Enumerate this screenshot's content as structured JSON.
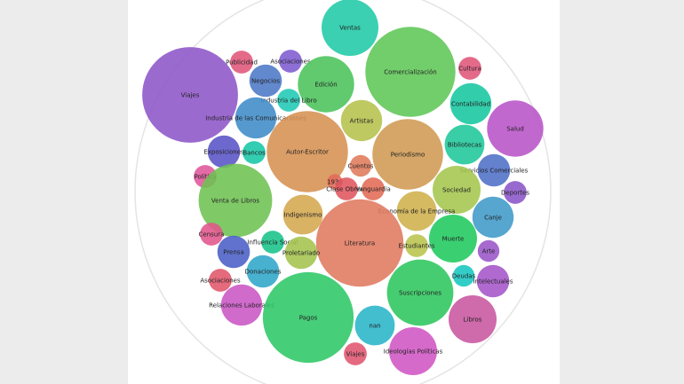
{
  "chart_data": {
    "type": "bubble",
    "bubbles": [
      {
        "label": "Ventas",
        "value": 5.5,
        "color": "#1fc9a6"
      },
      {
        "label": "Comercialización",
        "value": 13.8,
        "color": "#5fc656"
      },
      {
        "label": "Viajes",
        "value": 15.6,
        "color": "#8d55c8"
      },
      {
        "label": "Publicidad",
        "value": 0.9,
        "color": "#e0557a"
      },
      {
        "label": "Asociaciones",
        "value": 0.9,
        "color": "#7d5bd0"
      },
      {
        "label": "Negocios",
        "value": 1.8,
        "color": "#4c77c6"
      },
      {
        "label": "Edición",
        "value": 5.4,
        "color": "#4bc35b"
      },
      {
        "label": "Cultura",
        "value": 0.9,
        "color": "#e0557a"
      },
      {
        "label": "Industria del Libro",
        "value": 0.9,
        "color": "#1fc9b4"
      },
      {
        "label": "Contabilidad",
        "value": 2.9,
        "color": "#16c7a0"
      },
      {
        "label": "Industria de las Comunicaciones",
        "value": 2.9,
        "color": "#3f8bc8"
      },
      {
        "label": "Artistas",
        "value": 2.9,
        "color": "#b5c24c"
      },
      {
        "label": "Salud",
        "value": 5.4,
        "color": "#b853c8"
      },
      {
        "label": "Autor-Escritor",
        "value": 11.2,
        "color": "#d69151"
      },
      {
        "label": "Periodismo",
        "value": 8.5,
        "color": "#cf9a52"
      },
      {
        "label": "Bibliotecas",
        "value": 2.7,
        "color": "#1ec79a"
      },
      {
        "label": "Exposiciones",
        "value": 1.8,
        "color": "#5953c6"
      },
      {
        "label": "Bancos",
        "value": 0.9,
        "color": "#17c6a7"
      },
      {
        "label": "Cuentos",
        "value": 0.8,
        "color": "#e07a5a"
      },
      {
        "label": "Servicios Comerciales",
        "value": 1.8,
        "color": "#4f6fc7"
      },
      {
        "label": "Política",
        "value": 0.9,
        "color": "#e0559a"
      },
      {
        "label": "1930",
        "value": 0.4,
        "color": "#e06a5a"
      },
      {
        "label": "Deportes",
        "value": 0.9,
        "color": "#8a55c8"
      },
      {
        "label": "Clase Obrera",
        "value": 0.9,
        "color": "#e0555e"
      },
      {
        "label": "Vanguardia",
        "value": 0.9,
        "color": "#e36a55"
      },
      {
        "label": "Sociedad",
        "value": 3.9,
        "color": "#a4c64d"
      },
      {
        "label": "Venta de Libros",
        "value": 9.2,
        "color": "#6ec252"
      },
      {
        "label": "Indigenismo",
        "value": 2.7,
        "color": "#d4a74e"
      },
      {
        "label": "Economía de la Empresa",
        "value": 2.7,
        "color": "#cfb04c"
      },
      {
        "label": "Canje",
        "value": 2.9,
        "color": "#3f9ac8"
      },
      {
        "label": "Censura",
        "value": 0.9,
        "color": "#e0558b"
      },
      {
        "label": "Literatura",
        "value": 13.0,
        "color": "#e0795e"
      },
      {
        "label": "Muerte",
        "value": 3.9,
        "color": "#1fc95e"
      },
      {
        "label": "Influencia Social",
        "value": 0.9,
        "color": "#17c38a"
      },
      {
        "label": "Estudiantes",
        "value": 0.9,
        "color": "#b9c44c"
      },
      {
        "label": "Prensa",
        "value": 1.8,
        "color": "#4a5fc6"
      },
      {
        "label": "Proletariado",
        "value": 1.8,
        "color": "#a4c34d"
      },
      {
        "label": "Arte",
        "value": 0.8,
        "color": "#9a55c8"
      },
      {
        "label": "Donaciones",
        "value": 1.8,
        "color": "#2fa6c8"
      },
      {
        "label": "Asociaciones",
        "value": 0.9,
        "color": "#e0556a"
      },
      {
        "label": "Deudas",
        "value": 0.8,
        "color": "#17c6c0"
      },
      {
        "label": "Intelectuales",
        "value": 1.8,
        "color": "#a454c8"
      },
      {
        "label": "Suscripciones",
        "value": 7.5,
        "color": "#2ec65d"
      },
      {
        "label": "Relaciones Laborales",
        "value": 2.9,
        "color": "#c955c4"
      },
      {
        "label": "Pagos",
        "value": 14.0,
        "color": "#2ec766"
      },
      {
        "label": "Libros",
        "value": 3.9,
        "color": "#c8559f"
      },
      {
        "label": "nan",
        "value": 2.7,
        "color": "#28b5c8"
      },
      {
        "label": "Viajes",
        "value": 0.9,
        "color": "#e0556f"
      },
      {
        "label": "Ideologías Políticas",
        "value": 3.9,
        "color": "#d055c4"
      }
    ]
  }
}
